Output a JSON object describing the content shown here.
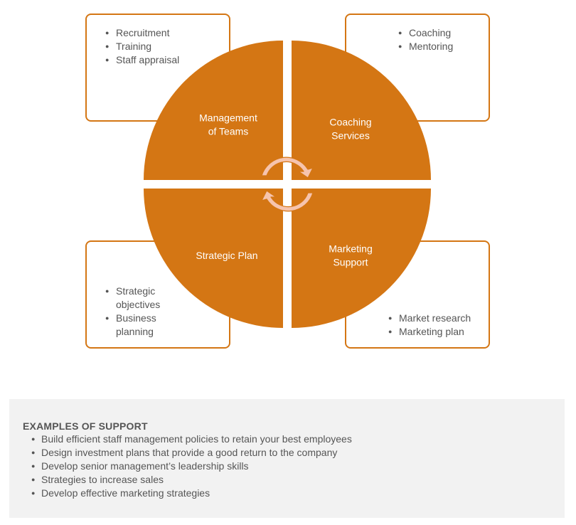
{
  "colors": {
    "quadrant": "#d47614",
    "box_border": "#d47614",
    "arrow_fill": "#f6c4ae",
    "arrow_stroke": "#d47614",
    "panel_bg": "#f2f2f2"
  },
  "quadrants": {
    "top_left": "Management\nof Teams",
    "top_right": "Coaching\nServices",
    "bottom_left": "Strategic Plan",
    "bottom_right": "Marketing\nSupport"
  },
  "boxes": {
    "top_left": [
      "Recruitment",
      "Training",
      "Staff appraisal"
    ],
    "top_right": [
      "Coaching",
      "Mentoring"
    ],
    "bottom_left": [
      "Strategic objectives",
      "Business planning"
    ],
    "bottom_right": [
      "Market research",
      "Marketing plan"
    ]
  },
  "center_icon": "cycle-arrows-icon",
  "examples": {
    "title": "EXAMPLES OF SUPPORT",
    "items": [
      "Build efficient staff management policies to retain your best employees",
      "Design investment plans that provide a good return to the company",
      "Develop senior management’s leadership skills",
      "Strategies to increase sales",
      "Develop effective marketing strategies"
    ]
  }
}
